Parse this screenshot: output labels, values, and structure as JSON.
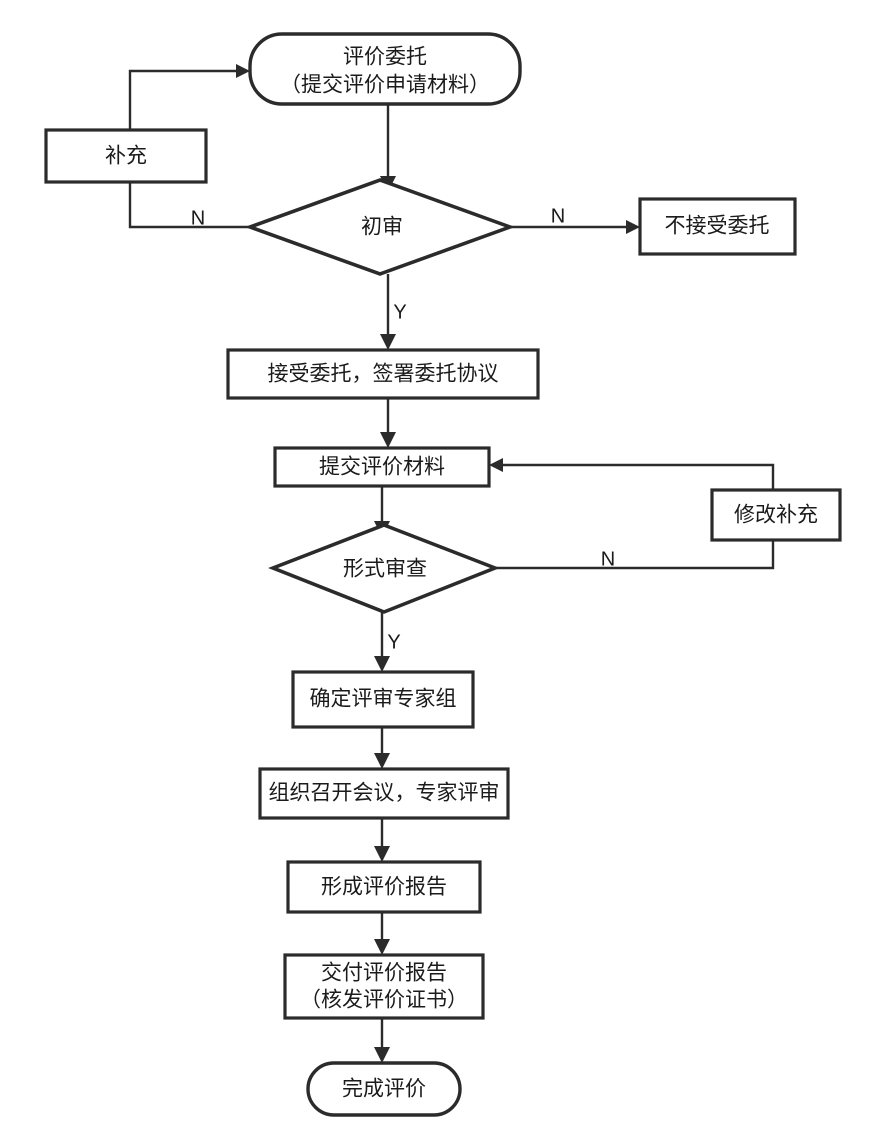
{
  "diagram": {
    "type": "flowchart",
    "orientation": "top-to-bottom",
    "language": "zh-CN",
    "background_color": "#ffffff",
    "stroke_color": "#2b2b2b",
    "text_color": "#1b1b1b",
    "nodes": {
      "start": {
        "shape": "rounded-rectangle",
        "line1": "评价委托",
        "line2": "（提交评价申请材料）"
      },
      "supplement": {
        "shape": "rectangle",
        "label": "补充"
      },
      "preliminary_review": {
        "shape": "diamond",
        "label": "初审"
      },
      "reject": {
        "shape": "rectangle",
        "label": "不接受委托"
      },
      "accept_sign": {
        "shape": "rectangle",
        "label": "接受委托，签署委托协议"
      },
      "submit_materials": {
        "shape": "rectangle",
        "label": "提交评价材料"
      },
      "revise_supplement": {
        "shape": "rectangle",
        "label": "修改补充"
      },
      "formal_review": {
        "shape": "diamond",
        "label": "形式审查"
      },
      "expert_group": {
        "shape": "rectangle",
        "label": "确定评审专家组"
      },
      "hold_meeting": {
        "shape": "rectangle",
        "label": "组织召开会议，专家评审"
      },
      "form_report": {
        "shape": "rectangle",
        "label": "形成评价报告"
      },
      "deliver_report": {
        "shape": "rectangle",
        "line1": "交付评价报告",
        "line2": "（核发评价证书）"
      },
      "finish": {
        "shape": "rounded-rectangle",
        "label": "完成评价"
      }
    },
    "edge_labels": {
      "preliminary_no_left": "N",
      "preliminary_no_right": "N",
      "preliminary_yes": "Y",
      "formal_no": "N",
      "formal_yes": "Y"
    }
  }
}
